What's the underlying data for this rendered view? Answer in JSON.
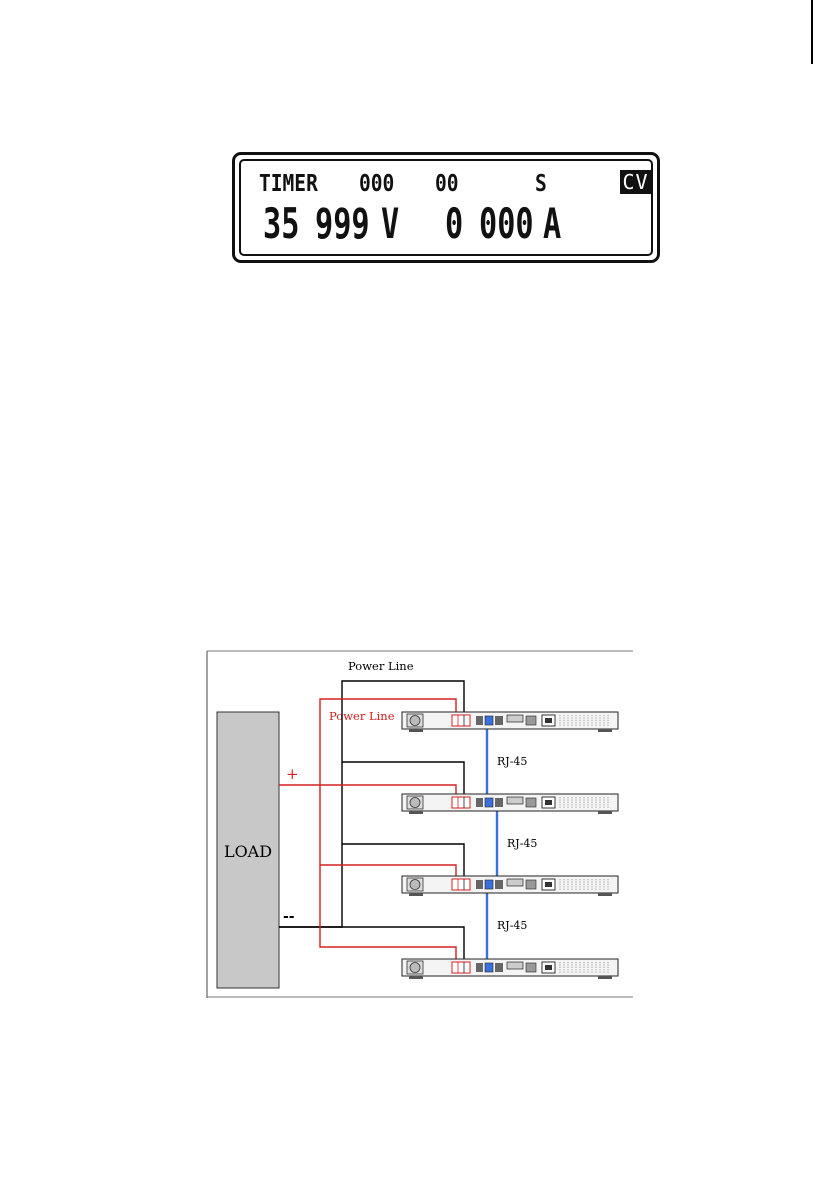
{
  "lcd": {
    "row1": {
      "label": "TIMER",
      "field1": "000",
      "field2": "00",
      "unit": "S",
      "mode": "CV"
    },
    "row2": {
      "voltage_int": "35",
      "voltage_dec": "999",
      "voltage_unit": "V",
      "current_int": "0",
      "current_dec": "000",
      "current_unit": "A"
    }
  },
  "diagram": {
    "load_label": "LOAD",
    "plus_label": "+",
    "minus_label": "--",
    "power_line_black": "Power Line",
    "power_line_red": "Power Line",
    "rj45_labels": [
      "RJ-45",
      "RJ-45",
      "RJ-45"
    ],
    "colors": {
      "negative_wire": "#000000",
      "positive_wire": "#d42020",
      "rj45_cable": "#3a6fe0",
      "load_fill": "#c8c8c8"
    }
  }
}
